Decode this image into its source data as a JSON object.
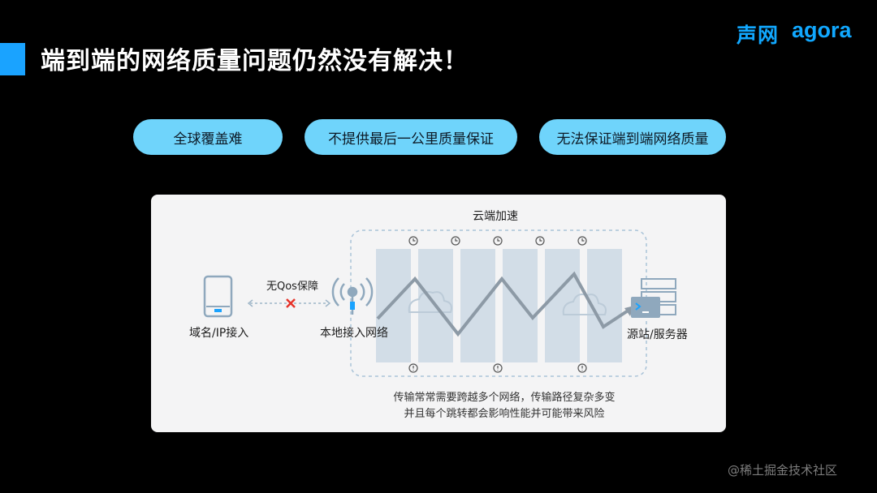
{
  "slide": {
    "title": "端到端的网络质量问题仍然没有解决！",
    "logo_cn": "声网",
    "logo_en": "agora",
    "accent_color": "#1aa3ff",
    "pill_color": "#6fd4fb"
  },
  "problems": [
    "全球覆盖难",
    "不提供最后一公里质量保证",
    "无法保证端到端网络质量"
  ],
  "diagram": {
    "cloud_label": "云端加速",
    "device_label": "域名/IP接入",
    "no_qos_label": "无Qos保障",
    "local_network_label": "本地接入网络",
    "server_label": "源站/服务器",
    "note_line1": "传输常常需要跨越多个网络，传输路径复杂多变",
    "note_line2": "并且每个跳转都会影响性能并可能带来风险",
    "icons": [
      "phone-icon",
      "x-icon",
      "antenna-icon",
      "clock-icon",
      "warning-icon",
      "cloud-icon",
      "server-icon",
      "terminal-icon"
    ]
  },
  "watermark": "@稀土掘金技术社区"
}
